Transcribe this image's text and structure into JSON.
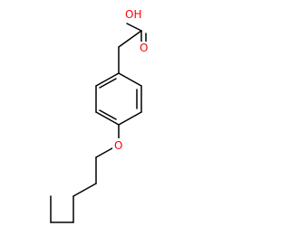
{
  "molecule": {
    "atoms": {
      "hydroxyl": "OH",
      "carbonyl": "O",
      "ether": "O"
    },
    "colors": {
      "bond": "#000000",
      "heteroatom": "#ff0000",
      "background": "#ffffff"
    }
  }
}
